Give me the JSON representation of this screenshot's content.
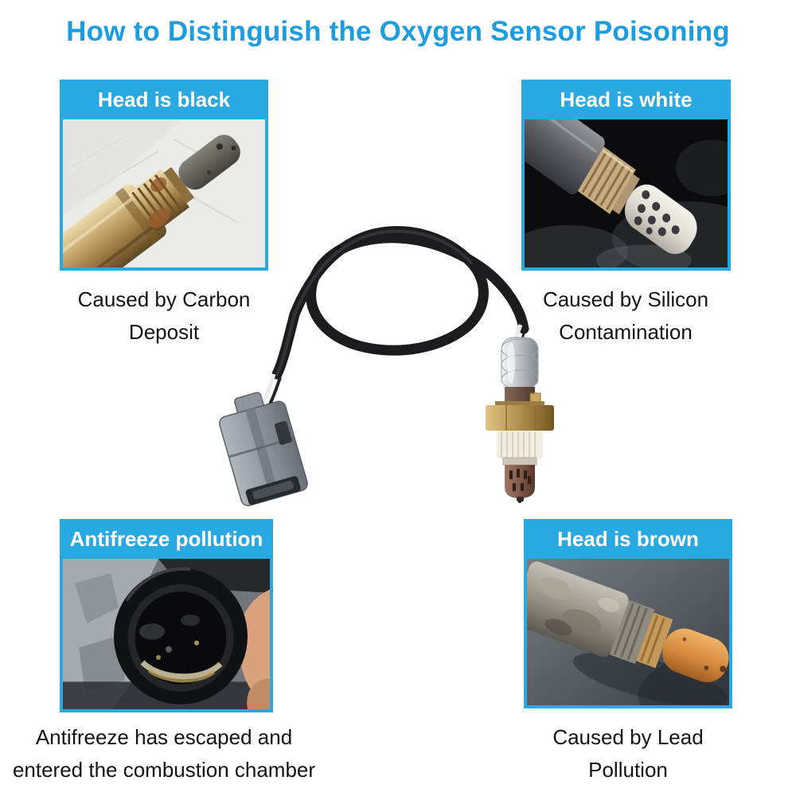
{
  "title": "How to Distinguish the Oxygen Sensor Poisoning",
  "colors": {
    "title_blue": "#1b9de2",
    "panel_blue": "#29a9e2",
    "caption_black": "#141414",
    "background": "#ffffff"
  },
  "sections": {
    "top_left": {
      "header": "Head is black",
      "caption_line1": "Caused by Carbon",
      "caption_line2": "Deposit",
      "photo_name": "carbon-deposit-sensor-photo"
    },
    "top_right": {
      "header": "Head is white",
      "caption_line1": "Caused by Silicon",
      "caption_line2": "Contamination",
      "photo_name": "silicon-contamination-sensor-photo"
    },
    "bottom_left": {
      "header": "Antifreeze pollution",
      "caption_line1": "Antifreeze has escaped and",
      "caption_line2": "entered the combustion chamber",
      "photo_name": "antifreeze-sludge-cap-photo"
    },
    "bottom_right": {
      "header": "Head is brown",
      "caption_line1": "Caused by Lead",
      "caption_line2": "Pollution",
      "photo_name": "lead-pollution-sensor-photo"
    }
  },
  "center_product": {
    "photo_name": "oxygen-sensor-product-photo"
  }
}
